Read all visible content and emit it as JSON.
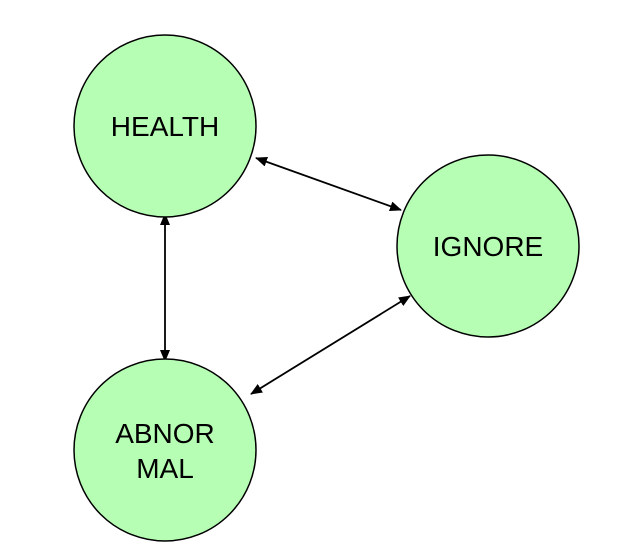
{
  "colors": {
    "node_fill": "#b6feb4",
    "node_stroke": "#000000",
    "edge": "#000000",
    "background": "#ffffff"
  },
  "nodes": [
    {
      "id": "health",
      "lines": [
        "HEALTH"
      ]
    },
    {
      "id": "ignore",
      "lines": [
        "IGNORE"
      ]
    },
    {
      "id": "abnormal",
      "lines": [
        "ABNOR",
        "MAL"
      ]
    }
  ],
  "edges": [
    {
      "from": "health",
      "to": "ignore",
      "direction": "both"
    },
    {
      "from": "health",
      "to": "abnormal",
      "direction": "both"
    },
    {
      "from": "ignore",
      "to": "abnormal",
      "direction": "both"
    }
  ]
}
